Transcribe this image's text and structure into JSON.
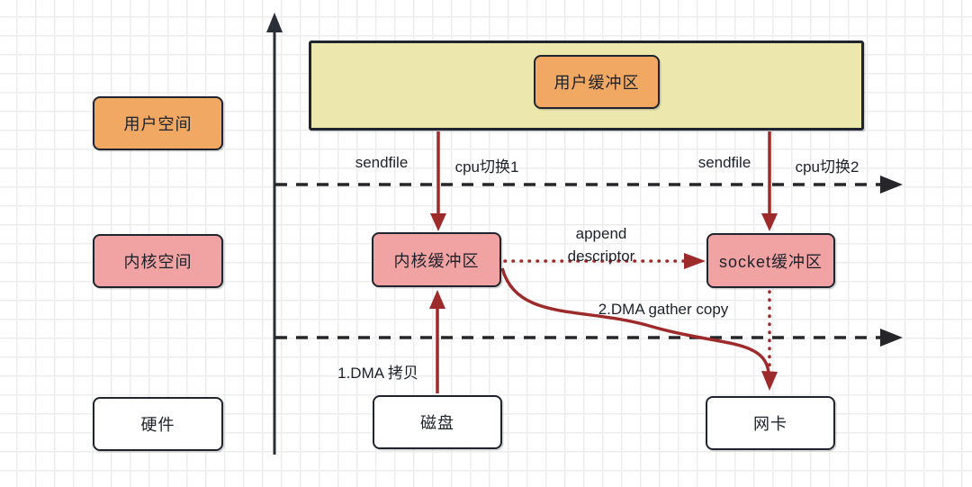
{
  "diagram_title": "sendfile + DMA gather copy zero-copy flow",
  "colors": {
    "row_user_fill": "#f0a863",
    "row_kernel_fill": "#f1a2a2",
    "row_hardware_fill": "#ffffff",
    "user_band_fill": "#ece7ad",
    "arrow_red": "#9e2b2b",
    "stroke_dark": "#20242e",
    "grid_line": "#ededed"
  },
  "rows": [
    {
      "label": "用户空间"
    },
    {
      "label": "内核空间"
    },
    {
      "label": "硬件"
    }
  ],
  "nodes": {
    "user_buffer": "用户缓冲区",
    "kernel_buffer": "内核缓冲区",
    "socket_buffer": "socket缓冲区",
    "disk": "磁盘",
    "nic": "网卡"
  },
  "labels": {
    "sendfile_left": "sendfile",
    "cpu_switch_1": "cpu切换1",
    "sendfile_right": "sendfile",
    "cpu_switch_2": "cpu切换2",
    "append_descriptor_line1": "append",
    "append_descriptor_line2": "descriptor",
    "dma_gather_copy": "2.DMA gather copy",
    "dma_copy": "1.DMA 拷贝"
  }
}
